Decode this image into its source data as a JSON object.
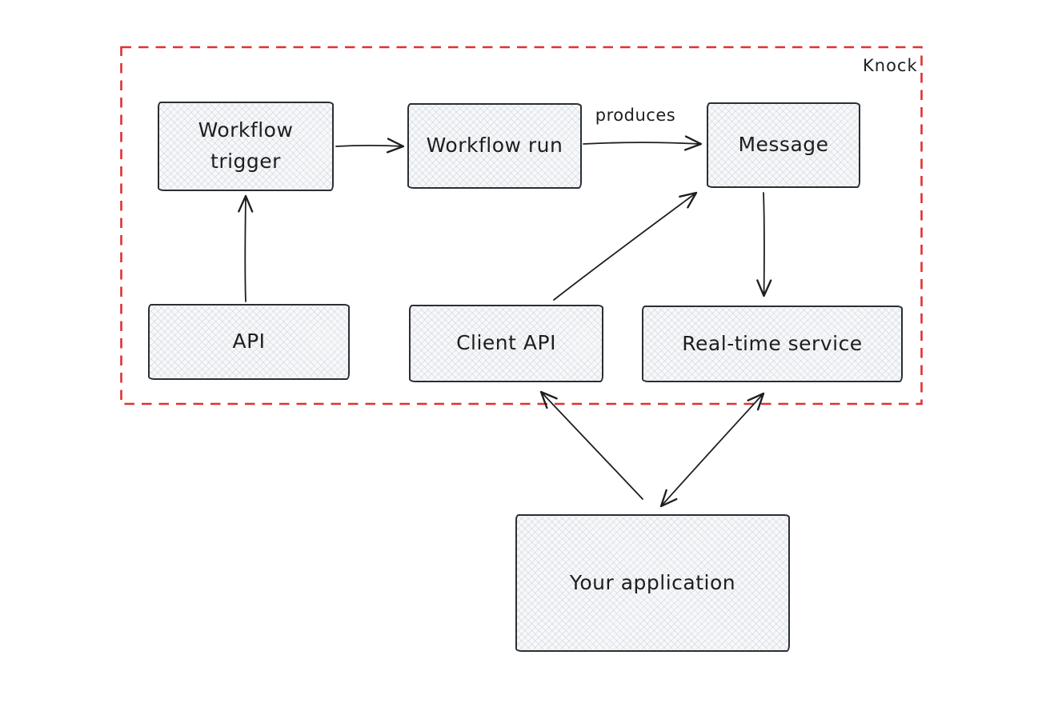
{
  "diagram": {
    "group": {
      "label": "Knock",
      "border_color": "#e03131"
    },
    "colors": {
      "stroke": "#1e1e1e",
      "box_fill": "#f7f8fa",
      "hatch": "#adb5c2",
      "box_border": "#2b2f33"
    },
    "nodes": [
      {
        "id": "workflow-trigger",
        "label": "Workflow trigger",
        "inside_group": true
      },
      {
        "id": "workflow-run",
        "label": "Workflow run",
        "inside_group": true
      },
      {
        "id": "message",
        "label": "Message",
        "inside_group": true
      },
      {
        "id": "api",
        "label": "API",
        "inside_group": true
      },
      {
        "id": "client-api",
        "label": "Client API",
        "inside_group": true
      },
      {
        "id": "real-time-service",
        "label": "Real-time service",
        "inside_group": true
      },
      {
        "id": "your-application",
        "label": "Your application",
        "inside_group": false
      }
    ],
    "edges": [
      {
        "from": "workflow-trigger",
        "to": "workflow-run",
        "label": "",
        "direction": "forward"
      },
      {
        "from": "workflow-run",
        "to": "message",
        "label": "produces",
        "direction": "forward"
      },
      {
        "from": "api",
        "to": "workflow-trigger",
        "label": "",
        "direction": "forward"
      },
      {
        "from": "client-api",
        "to": "message",
        "label": "",
        "direction": "forward"
      },
      {
        "from": "message",
        "to": "real-time-service",
        "label": "",
        "direction": "forward"
      },
      {
        "from": "your-application",
        "to": "client-api",
        "label": "",
        "direction": "forward"
      },
      {
        "from": "your-application",
        "to": "real-time-service",
        "label": "",
        "direction": "both"
      }
    ]
  }
}
